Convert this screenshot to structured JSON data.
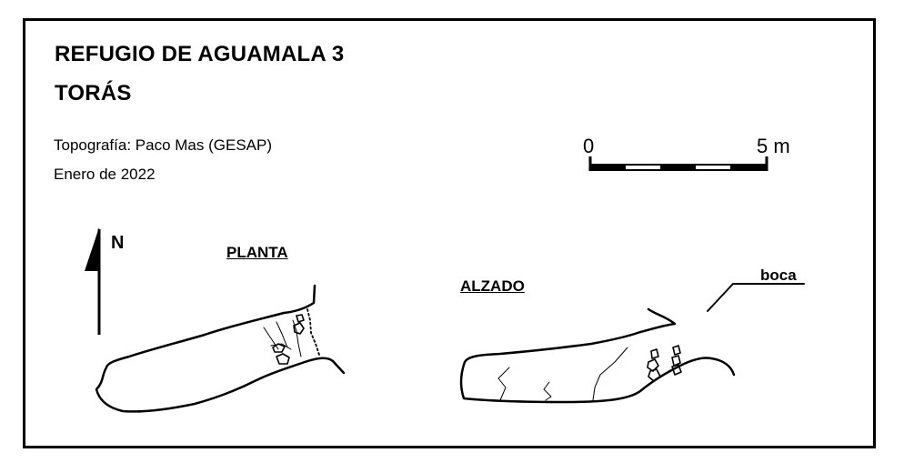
{
  "header": {
    "title": "REFUGIO DE AGUAMALA 3",
    "subtitle": "TORÁS"
  },
  "credits": {
    "survey": "Topografía: Paco Mas (GESAP)",
    "date": "Enero de 2022"
  },
  "scale_bar": {
    "start_label": "0",
    "end_label": "5 m"
  },
  "north_arrow": {
    "label": "N"
  },
  "views": {
    "plan_label": "PLANTA",
    "elevation_label": "ALZADO",
    "entrance_label": "boca"
  }
}
